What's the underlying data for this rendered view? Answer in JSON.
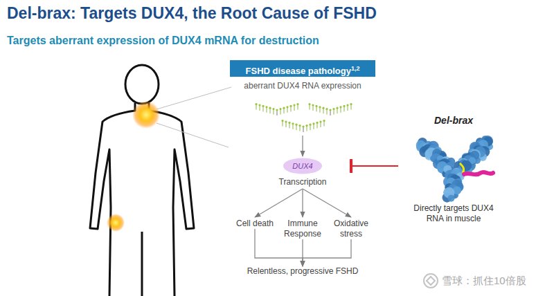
{
  "diagram": {
    "title": "Del-brax: Targets DUX4, the Root Cause of FSHD",
    "nodes": [
      {
        "text": [
          "FSHD disease pathology",
          "1,2"
        ]
      },
      {
        "text": [
          "aberrant DUX4 RNA expression"
        ]
      },
      {
        "text": [
          "DUX4",
          "Transcription"
        ]
      },
      {
        "text": [
          "Cell death"
        ]
      },
      {
        "text": [
          "Immune Response"
        ]
      },
      {
        "text": [
          "Oxidative stress"
        ]
      },
      {
        "text": [
          "Relentless, progressive FSHD"
        ]
      },
      {
        "text": [
          "Del-brax",
          "Directly targets DUX4 RNA in muscle"
        ]
      }
    ],
    "edges": [
      {
        "from": 1,
        "to": 2,
        "arrow": "to"
      },
      {
        "from": 2,
        "to": 3,
        "arrow": "to"
      },
      {
        "from": 2,
        "to": 4,
        "arrow": "to"
      },
      {
        "from": 2,
        "to": 5,
        "arrow": "to"
      },
      {
        "from": 3,
        "to": 6,
        "arrow": "to"
      },
      {
        "from": 4,
        "to": 6,
        "arrow": "to"
      },
      {
        "from": 5,
        "to": 6,
        "arrow": "to"
      },
      {
        "from": 7,
        "to": 2,
        "arrow": "to"
      }
    ],
    "labels": [
      "Targets aberrant expression of DUX4 mRNA for destruction",
      "雪球：抓住10倍股"
    ]
  }
}
